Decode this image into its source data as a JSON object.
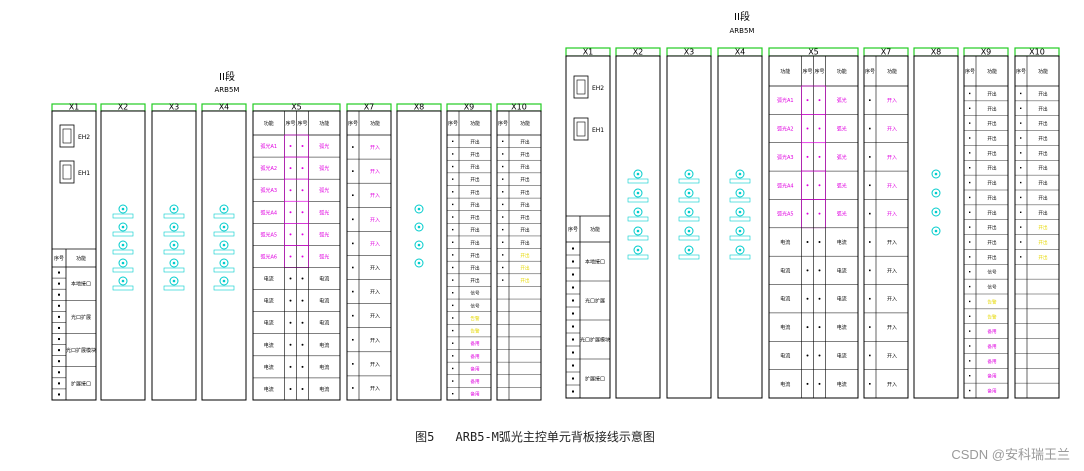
{
  "groups": [
    {
      "segment_label": "II段",
      "device_label": "ARB5M",
      "terminals": [
        "X1",
        "X2",
        "X3",
        "X4",
        "X5",
        "X7",
        "X8",
        "X9",
        "X10"
      ],
      "ports": [
        "EH2",
        "EH1"
      ],
      "seq_header": "序号",
      "func_header": "功能",
      "func_rows": [
        "本地接口",
        "光口扩展",
        "光口扩展模块",
        "扩展接口"
      ],
      "x5_headers": [
        "功能",
        "序号",
        "序号",
        "功能"
      ],
      "x5_left": [
        "弧光A1",
        "弧光A2",
        "弧光A3",
        "弧光A4",
        "弧光A5",
        "弧光A6",
        "电流",
        "电流",
        "电流",
        "电流",
        "电流",
        "电流"
      ],
      "x5_right": [
        "弧光",
        "弧光",
        "弧光",
        "弧光",
        "弧光",
        "弧光",
        "电流",
        "电流",
        "电流",
        "电流",
        "电流",
        "电流"
      ],
      "x7_items": [
        "开入",
        "开入",
        "开入",
        "开入",
        "开入",
        "开入",
        "开入",
        "开入",
        "开入",
        "开入",
        "开入"
      ],
      "x9_items": [
        "开出",
        "开出",
        "开出",
        "开出",
        "开出",
        "开出",
        "开出",
        "开出",
        "开出",
        "开出",
        "开出",
        "开出",
        "信号",
        "信号",
        "告警",
        "告警",
        "备用",
        "备用",
        "备用",
        "备用",
        "备用"
      ],
      "x10_items": [
        "开出",
        "开出",
        "开出",
        "开出",
        "开出",
        "开出",
        "开出",
        "开出",
        "开出",
        "开出",
        "开出",
        "开出"
      ]
    },
    {
      "segment_label": "II段",
      "device_label": "ARB5M",
      "terminals": [
        "X1",
        "X2",
        "X3",
        "X4",
        "X5",
        "X7",
        "X8",
        "X9",
        "X10"
      ],
      "ports": [
        "EH2",
        "EH1"
      ],
      "seq_header": "序号",
      "func_header": "功能",
      "func_rows": [
        "本地接口",
        "光口扩展",
        "光口扩展模块",
        "扩展接口"
      ],
      "x5_headers": [
        "功能",
        "序号",
        "序号",
        "功能"
      ],
      "x5_left": [
        "弧光A1",
        "弧光A2",
        "弧光A3",
        "弧光A4",
        "弧光A5",
        "电流",
        "电流",
        "电流",
        "电流",
        "电流",
        "电流"
      ],
      "x5_right": [
        "弧光",
        "弧光",
        "弧光",
        "弧光",
        "弧光",
        "电流",
        "电流",
        "电流",
        "电流",
        "电流",
        "电流"
      ],
      "x7_items": [
        "开入",
        "开入",
        "开入",
        "开入",
        "开入",
        "开入",
        "开入",
        "开入",
        "开入",
        "开入",
        "开入"
      ],
      "x9_items": [
        "开出",
        "开出",
        "开出",
        "开出",
        "开出",
        "开出",
        "开出",
        "开出",
        "开出",
        "开出",
        "开出",
        "开出",
        "信号",
        "信号",
        "告警",
        "告警",
        "备用",
        "备用",
        "备用",
        "备用",
        "备用"
      ],
      "x10_items": [
        "开出",
        "开出",
        "开出",
        "开出",
        "开出",
        "开出",
        "开出",
        "开出",
        "开出",
        "开出",
        "开出",
        "开出"
      ]
    }
  ],
  "caption": {
    "figure_no": "图5",
    "text": "ARB5-M弧光主控单元背板接线示意图"
  },
  "watermark": "CSDN @安科瑞王兰",
  "colors": {
    "terminal_tab": "#22cc22",
    "optical_port": "#00cccc",
    "arc_input": "#e000e0",
    "line": "#000000",
    "yellow_label": "#e6d800"
  }
}
